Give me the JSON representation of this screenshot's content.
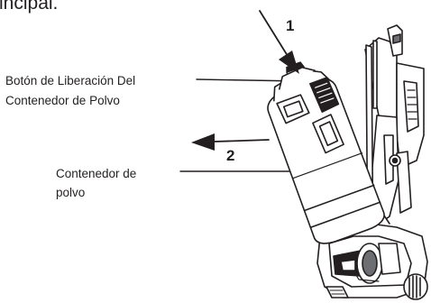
{
  "heading_fragment": "incipal.",
  "step_numbers": [
    "1",
    "2"
  ],
  "labels": {
    "release_button": [
      "Botón de Liberación Del",
      "Contenedor de Polvo"
    ],
    "dust_container": [
      "Contenedor de",
      "polvo"
    ]
  },
  "colors": {
    "line": "#231f20",
    "fill": "#ffffff",
    "shade": "#6d6e71"
  }
}
